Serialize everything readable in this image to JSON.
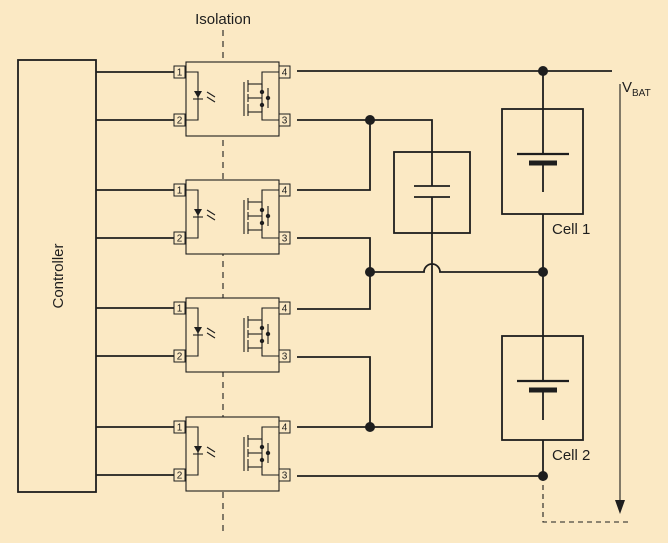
{
  "labels": {
    "isolation": "Isolation",
    "controller": "Controller",
    "vbat_main": "V",
    "vbat_sub": "BAT",
    "cell1": "Cell 1",
    "cell2": "Cell 2"
  },
  "relay_pins": {
    "in_top": "1",
    "in_bottom": "2",
    "out_top": "4",
    "out_bottom": "3"
  },
  "relays": [
    {
      "id": "relay-1"
    },
    {
      "id": "relay-2"
    },
    {
      "id": "relay-3"
    },
    {
      "id": "relay-4"
    }
  ],
  "colors": {
    "background": "#fbe9c4",
    "ink": "#1e1e1e"
  }
}
